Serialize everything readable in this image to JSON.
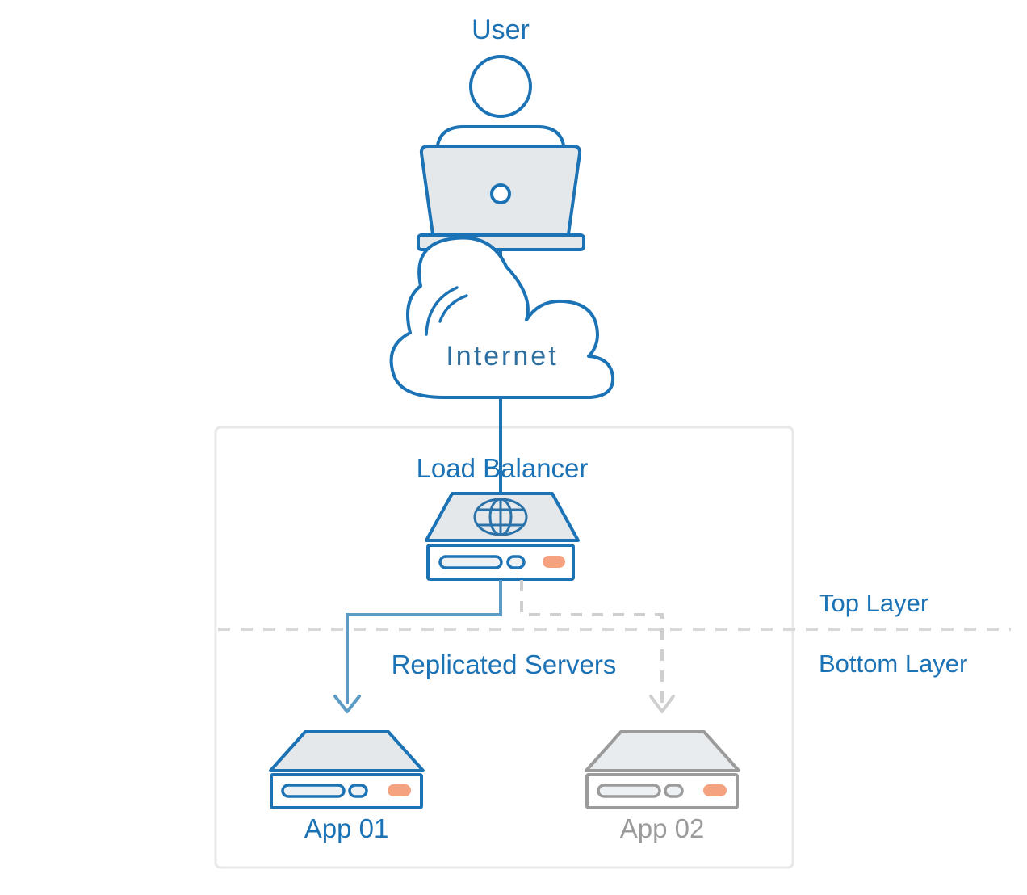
{
  "diagram": {
    "type": "network-architecture",
    "title_nodes": {
      "user": "User",
      "internet": "Internet",
      "load_balancer": "Load Balancer",
      "replicated_servers": "Replicated Servers",
      "app_01": "App 01",
      "app_02": "App 02"
    },
    "layer_labels": {
      "top": "Top Layer",
      "bottom": "Bottom Layer"
    },
    "colors": {
      "accent_blue": "#1b72b5",
      "light_blue_line": "#5b9bc4",
      "inactive_gray": "#9b9b9b",
      "dashed_gray": "#cfcfcf",
      "device_fill": "#e4e8ea",
      "led_orange": "#f5a281",
      "container_border": "#e8e8e8",
      "canvas": "#ffffff"
    },
    "nodes": [
      {
        "id": "user",
        "label": "User",
        "icon": "user-laptop-icon",
        "state": "active"
      },
      {
        "id": "internet",
        "label": "Internet",
        "icon": "cloud-icon",
        "state": "active"
      },
      {
        "id": "load-balancer",
        "label": "Load Balancer",
        "icon": "server-globe-icon",
        "state": "active"
      },
      {
        "id": "app-01",
        "label": "App 01",
        "icon": "server-icon",
        "state": "active"
      },
      {
        "id": "app-02",
        "label": "App 02",
        "icon": "server-icon",
        "state": "inactive"
      }
    ],
    "edges": [
      {
        "from": "user",
        "to": "internet",
        "style": "solid",
        "color": "#1b72b5",
        "arrow": false
      },
      {
        "from": "internet",
        "to": "load-balancer",
        "style": "solid",
        "color": "#1b72b5",
        "arrow": false
      },
      {
        "from": "load-balancer",
        "to": "app-01",
        "style": "solid",
        "color": "#5b9bc4",
        "arrow": true
      },
      {
        "from": "load-balancer",
        "to": "app-02",
        "style": "dashed",
        "color": "#cfcfcf",
        "arrow": true
      }
    ],
    "divider": {
      "style": "dashed",
      "color": "#d8d8d8",
      "orientation": "horizontal"
    }
  }
}
